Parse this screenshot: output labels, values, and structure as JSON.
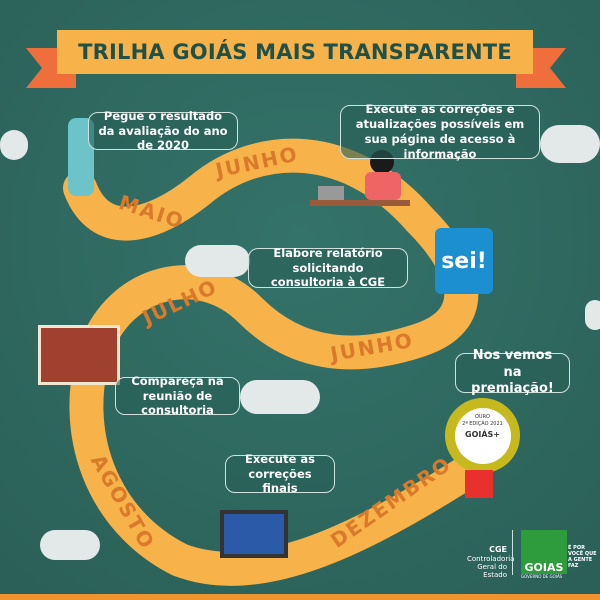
{
  "title": "TRILHA GOIÁS MAIS TRANSPARENTE",
  "steps": [
    {
      "text": "Pegue o resultado da avaliação do ano de 2020"
    },
    {
      "text": "Execute as correções e atualizações possíveis em sua página de acesso à informação"
    },
    {
      "text": "Elabore relatório solicitando consultoria à CGE"
    },
    {
      "text": "Compareça na reunião de consultoria"
    },
    {
      "text": "Execute as correções finais"
    },
    {
      "text": "Nos vemos na premiação!"
    }
  ],
  "months": [
    "MAIO",
    "JUNHO",
    "JUNHO",
    "JULHO",
    "AGOSTO",
    "DEZEMBRO"
  ],
  "sei_logo": "sei!",
  "badge": {
    "top": "OURO",
    "edition": "2ª EDIÇÃO",
    "year": "2021",
    "name": "GOIÁS+"
  },
  "footer": {
    "cge": "CGE",
    "cge_sub": "Controladoria Geral do Estado",
    "goias": "GOIAS",
    "slogan": "É POR VOCÊ QUE A GENTE FAZ",
    "gov": "GOVERNO DE GOIÁS"
  },
  "colors": {
    "background": "#2f6a5f",
    "path": "#f7b24a",
    "accent": "#ef6f3c",
    "text": "#1f5148"
  }
}
